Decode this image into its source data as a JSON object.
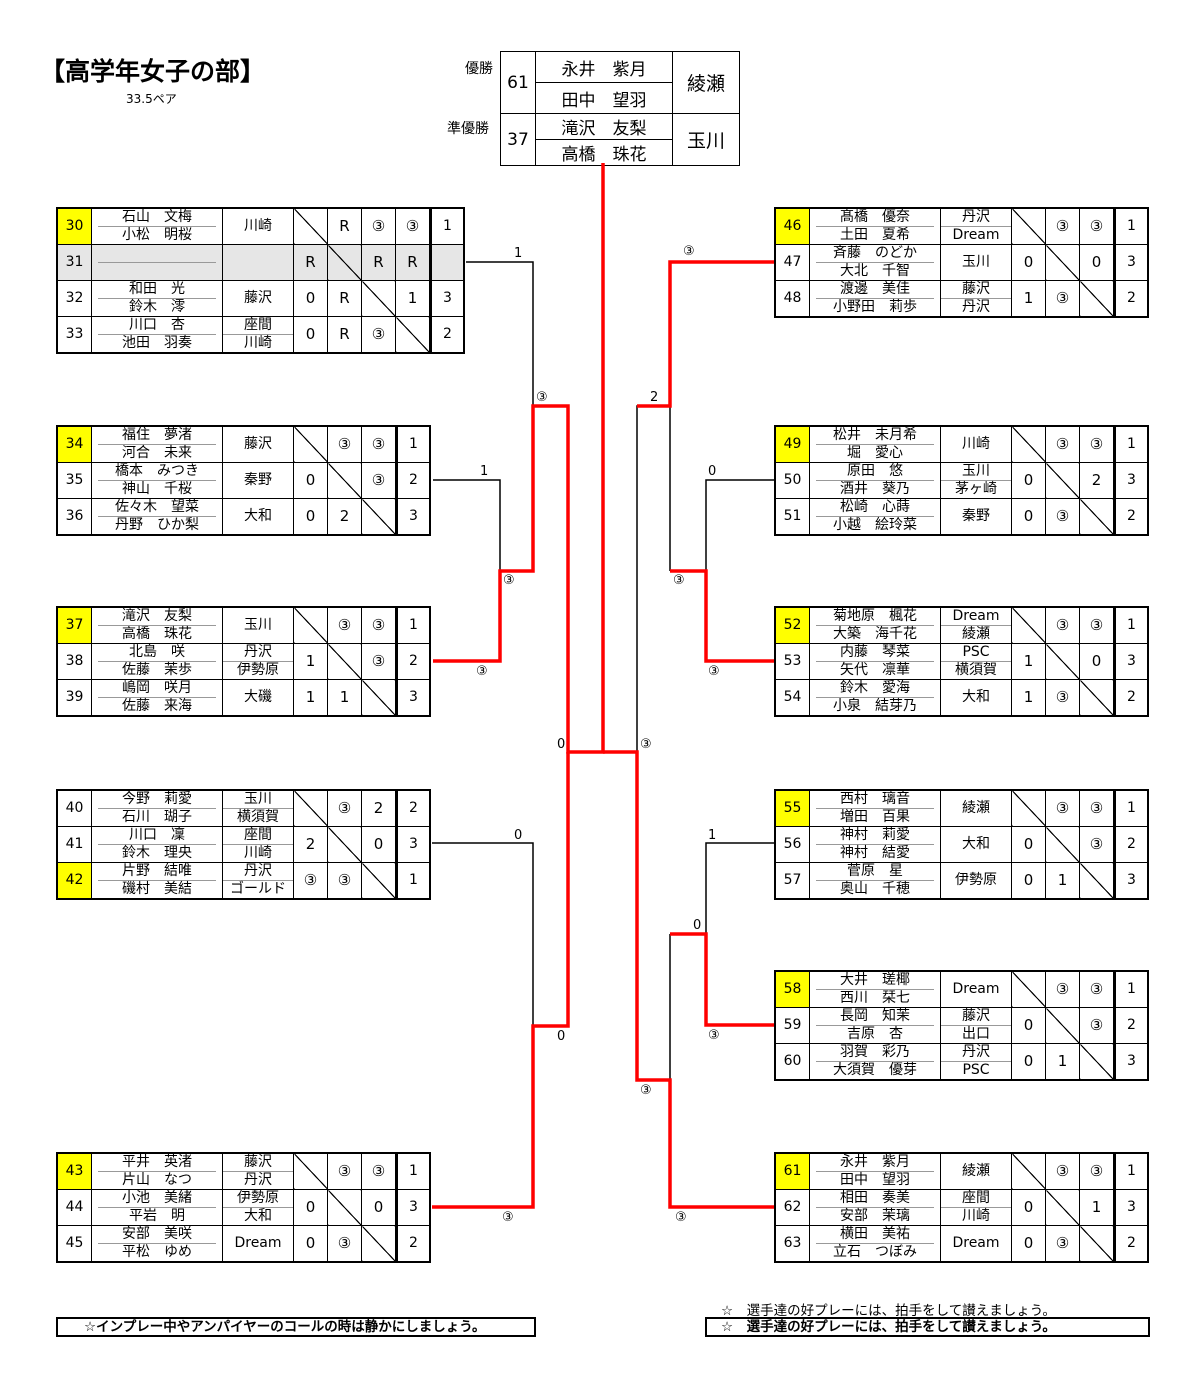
{
  "title": "【高学年女子の部】",
  "subtitle": "33.5ペア",
  "champion": {
    "winner_label": "優勝",
    "winner_no": "61",
    "winner_p1": "永井　紫月",
    "winner_p2": "田中　望羽",
    "winner_team": "綾瀬",
    "runner_label": "準優勝",
    "runner_no": "37",
    "runner_p1": "滝沢　友梨",
    "runner_p2": "高橋　珠花",
    "runner_team": "玉川"
  },
  "groups": [
    {
      "id": "g30",
      "rows": [
        {
          "seed": "30",
          "hl": true,
          "p1": "石山　文梅",
          "p2": "小松　明桜",
          "team": "川崎",
          "r": [
            "",
            "R",
            "③",
            "③"
          ],
          "rank": "1"
        },
        {
          "seed": "31",
          "gray": true,
          "p1": "",
          "p2": "",
          "team": "",
          "r": [
            "R",
            "",
            "R",
            "R"
          ],
          "rank": ""
        },
        {
          "seed": "32",
          "p1": "和田　光",
          "p2": "鈴木　澪",
          "team": "藤沢",
          "r": [
            "0",
            "R",
            "",
            "1"
          ],
          "rank": "3"
        },
        {
          "seed": "33",
          "p1": "川口　杏",
          "p2": "池田　羽奏",
          "team1": "座間",
          "team2": "川崎",
          "r": [
            "0",
            "R",
            "③",
            ""
          ],
          "rank": "2"
        }
      ]
    },
    {
      "id": "g34",
      "rows": [
        {
          "seed": "34",
          "hl": true,
          "p1": "福住　夢渚",
          "p2": "河合　未来",
          "team": "藤沢",
          "r": [
            "",
            "③",
            "③"
          ],
          "rank": "1"
        },
        {
          "seed": "35",
          "p1": "橋本　みつき",
          "p2": "神山　千桜",
          "team": "秦野",
          "r": [
            "0",
            "",
            "③"
          ],
          "rank": "2"
        },
        {
          "seed": "36",
          "p1": "佐々木　望菜",
          "p2": "丹野　ひか梨",
          "team": "大和",
          "r": [
            "0",
            "2",
            ""
          ],
          "rank": "3"
        }
      ]
    },
    {
      "id": "g37",
      "rows": [
        {
          "seed": "37",
          "hl": true,
          "p1": "滝沢　友梨",
          "p2": "高橋　珠花",
          "team": "玉川",
          "r": [
            "",
            "③",
            "③"
          ],
          "rank": "1"
        },
        {
          "seed": "38",
          "p1": "北島　咲",
          "p2": "佐藤　茉歩",
          "team1": "丹沢",
          "team2": "伊勢原",
          "r": [
            "1",
            "",
            "③"
          ],
          "rank": "2"
        },
        {
          "seed": "39",
          "p1": "嶋岡　咲月",
          "p2": "佐藤　来海",
          "team": "大磯",
          "r": [
            "1",
            "1",
            ""
          ],
          "rank": "3"
        }
      ]
    },
    {
      "id": "g40",
      "rows": [
        {
          "seed": "40",
          "p1": "今野　莉愛",
          "p2": "石川　瑚子",
          "team1": "玉川",
          "team2": "横須賀",
          "r": [
            "",
            "③",
            "2"
          ],
          "rank": "2"
        },
        {
          "seed": "41",
          "p1": "川口　凜",
          "p2": "鈴木　理央",
          "team1": "座間",
          "team2": "川崎",
          "r": [
            "2",
            "",
            "0"
          ],
          "rank": "3"
        },
        {
          "seed": "42",
          "hl": true,
          "p1": "片野　結唯",
          "p2": "磯村　美結",
          "team1": "丹沢",
          "team2": "ゴールド",
          "r": [
            "③",
            "③",
            ""
          ],
          "rank": "1"
        }
      ]
    },
    {
      "id": "g43",
      "rows": [
        {
          "seed": "43",
          "hl": true,
          "p1": "平井　英渚",
          "p2": "片山　なつ",
          "team1": "藤沢",
          "team2": "丹沢",
          "r": [
            "",
            "③",
            "③"
          ],
          "rank": "1"
        },
        {
          "seed": "44",
          "p1": "小池　美緒",
          "p2": "平岩　明",
          "team1": "伊勢原",
          "team2": "大和",
          "r": [
            "0",
            "",
            "0"
          ],
          "rank": "3"
        },
        {
          "seed": "45",
          "p1": "安部　美咲",
          "p2": "平松　ゆめ",
          "team": "Dream",
          "r": [
            "0",
            "③",
            ""
          ],
          "rank": "2"
        }
      ]
    },
    {
      "id": "g46",
      "rows": [
        {
          "seed": "46",
          "hl": true,
          "p1": "髙橋　優奈",
          "p2": "土田　夏希",
          "team1": "丹沢",
          "team2": "Dream",
          "r": [
            "",
            "③",
            "③"
          ],
          "rank": "1"
        },
        {
          "seed": "47",
          "p1": "斉藤　のどか",
          "p2": "大北　千智",
          "team": "玉川",
          "r": [
            "0",
            "",
            "0"
          ],
          "rank": "3"
        },
        {
          "seed": "48",
          "p1": "渡邊　美佳",
          "p2": "小野田　莉歩",
          "team1": "藤沢",
          "team2": "丹沢",
          "r": [
            "1",
            "③",
            ""
          ],
          "rank": "2"
        }
      ]
    },
    {
      "id": "g49",
      "rows": [
        {
          "seed": "49",
          "hl": true,
          "p1": "松井　未月希",
          "p2": "堀　愛心",
          "team": "川崎",
          "r": [
            "",
            "③",
            "③"
          ],
          "rank": "1"
        },
        {
          "seed": "50",
          "p1": "原田　悠",
          "p2": "酒井　葵乃",
          "team1": "玉川",
          "team2": "茅ヶ崎",
          "r": [
            "0",
            "",
            "2"
          ],
          "rank": "3"
        },
        {
          "seed": "51",
          "p1": "松崎　心蒔",
          "p2": "小越　絵玲菜",
          "team": "秦野",
          "r": [
            "0",
            "③",
            ""
          ],
          "rank": "2"
        }
      ]
    },
    {
      "id": "g52",
      "rows": [
        {
          "seed": "52",
          "hl": true,
          "p1": "菊地原　楓花",
          "p2": "大築　海千花",
          "team1": "Dream",
          "team2": "綾瀬",
          "r": [
            "",
            "③",
            "③"
          ],
          "rank": "1"
        },
        {
          "seed": "53",
          "p1": "内藤　琴菜",
          "p2": "矢代　凛華",
          "team1": "PSC",
          "team2": "横須賀",
          "r": [
            "1",
            "",
            "0"
          ],
          "rank": "3"
        },
        {
          "seed": "54",
          "p1": "鈴木　愛海",
          "p2": "小泉　結芽乃",
          "team": "大和",
          "r": [
            "1",
            "③",
            ""
          ],
          "rank": "2"
        }
      ]
    },
    {
      "id": "g55",
      "rows": [
        {
          "seed": "55",
          "hl": true,
          "p1": "西村　璃音",
          "p2": "増田　百果",
          "team": "綾瀬",
          "r": [
            "",
            "③",
            "③"
          ],
          "rank": "1"
        },
        {
          "seed": "56",
          "p1": "神村　莉愛",
          "p2": "神村　結愛",
          "team": "大和",
          "r": [
            "0",
            "",
            "③"
          ],
          "rank": "2"
        },
        {
          "seed": "57",
          "p1": "菅原　星",
          "p2": "奥山　千穂",
          "team": "伊勢原",
          "r": [
            "0",
            "1",
            ""
          ],
          "rank": "3"
        }
      ]
    },
    {
      "id": "g58",
      "rows": [
        {
          "seed": "58",
          "hl": true,
          "p1": "大井　瑳椰",
          "p2": "西川　栞七",
          "team": "Dream",
          "r": [
            "",
            "③",
            "③"
          ],
          "rank": "1"
        },
        {
          "seed": "59",
          "p1": "長岡　知茉",
          "p2": "吉原　杏",
          "team1": "藤沢",
          "team2": "出口",
          "r": [
            "0",
            "",
            "③"
          ],
          "rank": "2"
        },
        {
          "seed": "60",
          "p1": "羽賀　彩乃",
          "p2": "大須賀　優芽",
          "team1": "丹沢",
          "team2": "PSC",
          "r": [
            "0",
            "1",
            ""
          ],
          "rank": "3"
        }
      ]
    },
    {
      "id": "g61",
      "rows": [
        {
          "seed": "61",
          "hl": true,
          "p1": "永井　紫月",
          "p2": "田中　望羽",
          "team": "綾瀬",
          "r": [
            "",
            "③",
            "③"
          ],
          "rank": "1"
        },
        {
          "seed": "62",
          "p1": "相田　奏美",
          "p2": "安部　茉璃",
          "team1": "座間",
          "team2": "川崎",
          "r": [
            "0",
            "",
            "1"
          ],
          "rank": "3"
        },
        {
          "seed": "63",
          "p1": "横田　美祐",
          "p2": "立石　つぼみ",
          "team": "Dream",
          "r": [
            "0",
            "③",
            ""
          ],
          "rank": "2"
        }
      ]
    }
  ],
  "bracket_scores": [
    "1",
    "③",
    "1",
    "③",
    "③",
    "0",
    "0",
    "③",
    "0",
    "③",
    "③",
    "2",
    "0",
    "③",
    "③",
    "1",
    "0",
    "③",
    "③",
    "③"
  ],
  "notes": {
    "left_box": "☆インプレー中やアンパイヤーのコールの時は静かにしましょう。",
    "right_above": "☆　選手達の好プレーには、拍手をして讃えましょう。",
    "right_box": "☆　選手達の好プレーには、拍手をして讃えましょう。"
  },
  "colors": {
    "winner_path": "#ff0000",
    "seed_highlight": "#ffff00",
    "gray_row": "#e6e6e6"
  }
}
